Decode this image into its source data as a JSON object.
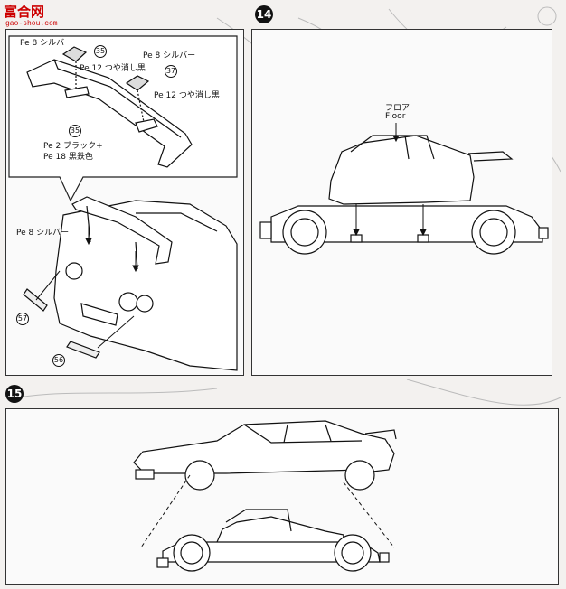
{
  "watermark": {
    "logo_text": "富合网",
    "url": "gao-shou.com"
  },
  "steps": {
    "step14": "14",
    "step15": "15"
  },
  "spoiler_panel": {
    "label_silver_top": "Pe 8 シルバー",
    "label_silver_mid": "Pe 8 シルバー",
    "label_matte_black_1": "Pe 12 つや消し黒",
    "label_matte_black_2": "Pe 12 つや消し黒",
    "label_black_plus": "Pe 2 ブラック+",
    "label_black_iron": "Pe 18 黒鉄色",
    "part_35_a": "35",
    "part_35_b": "35",
    "part_37": "37",
    "label_silver_car": "Pe 8 シルバー",
    "part_57": "57",
    "part_56": "56"
  },
  "step14_panel": {
    "floor_jp": "フロア",
    "floor_en": "Floor"
  }
}
